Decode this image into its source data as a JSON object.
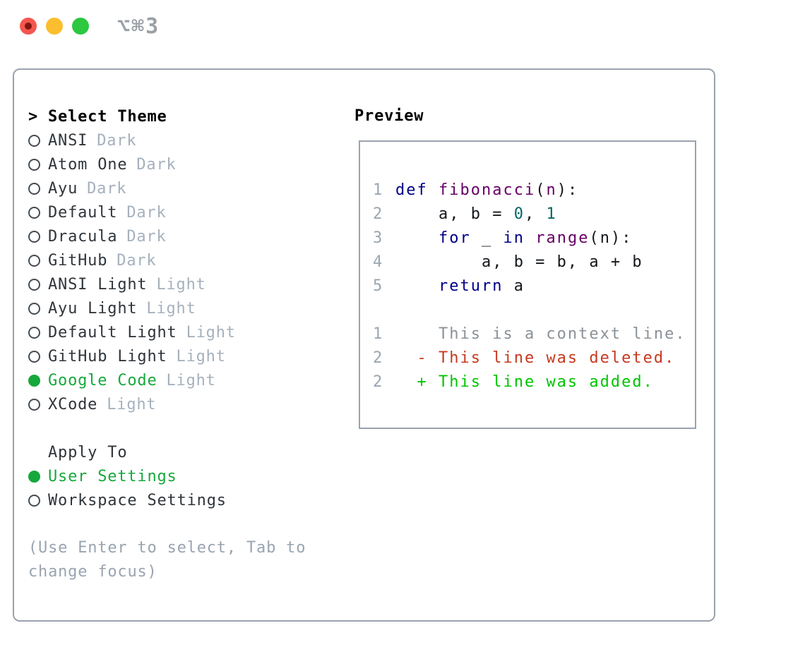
{
  "window": {
    "title": "⌥⌘3",
    "traffic_lights": [
      {
        "name": "close",
        "color": "#f4564e"
      },
      {
        "name": "minimize",
        "color": "#fcbe2f"
      },
      {
        "name": "zoom",
        "color": "#2bc840"
      }
    ]
  },
  "colors": {
    "accent_selected_green": "#17a83c",
    "diff_added_green": "#00c400",
    "diff_deleted_red": "#c6391f",
    "keyword_blue": "#000088",
    "function_purple": "#660066",
    "literal_teal": "#066666",
    "muted_gray": "#a6b1bd",
    "border_gray": "#9aa3ad"
  },
  "theme_panel": {
    "header": {
      "marker": ">",
      "label": "Select Theme"
    },
    "themes": [
      {
        "name": "ANSI",
        "variant": "Dark",
        "selected": false
      },
      {
        "name": "Atom One",
        "variant": "Dark",
        "selected": false
      },
      {
        "name": "Ayu",
        "variant": "Dark",
        "selected": false
      },
      {
        "name": "Default",
        "variant": "Dark",
        "selected": false
      },
      {
        "name": "Dracula",
        "variant": "Dark",
        "selected": false
      },
      {
        "name": "GitHub",
        "variant": "Dark",
        "selected": false
      },
      {
        "name": "ANSI Light",
        "variant": "Light",
        "selected": false
      },
      {
        "name": "Ayu Light",
        "variant": "Light",
        "selected": false
      },
      {
        "name": "Default Light",
        "variant": "Light",
        "selected": false
      },
      {
        "name": "GitHub Light",
        "variant": "Light",
        "selected": false
      },
      {
        "name": "Google Code",
        "variant": "Light",
        "selected": true
      },
      {
        "name": "XCode",
        "variant": "Light",
        "selected": false
      }
    ],
    "apply_to": {
      "label": "Apply To",
      "options": [
        {
          "name": "User Settings",
          "selected": true
        },
        {
          "name": "Workspace Settings",
          "selected": false
        }
      ]
    },
    "help_text": "(Use Enter to select, Tab to change focus)"
  },
  "preview": {
    "title": "Preview",
    "code_lines": [
      {
        "num": "1",
        "segments": [
          {
            "t": "def",
            "c": "kw"
          },
          {
            "t": " ",
            "c": "plain"
          },
          {
            "t": "fibonacci",
            "c": "fn"
          },
          {
            "t": "(",
            "c": "plain"
          },
          {
            "t": "n",
            "c": "fn"
          },
          {
            "t": "):",
            "c": "plain"
          }
        ]
      },
      {
        "num": "2",
        "segments": [
          {
            "t": "    a, b = ",
            "c": "plain"
          },
          {
            "t": "0",
            "c": "num"
          },
          {
            "t": ", ",
            "c": "plain"
          },
          {
            "t": "1",
            "c": "num"
          }
        ]
      },
      {
        "num": "3",
        "segments": [
          {
            "t": "    ",
            "c": "plain"
          },
          {
            "t": "for",
            "c": "kw"
          },
          {
            "t": " _ ",
            "c": "plain"
          },
          {
            "t": "in",
            "c": "kw"
          },
          {
            "t": " ",
            "c": "plain"
          },
          {
            "t": "range",
            "c": "fn"
          },
          {
            "t": "(n):",
            "c": "plain"
          }
        ]
      },
      {
        "num": "4",
        "segments": [
          {
            "t": "        a, b = b, a + b",
            "c": "plain"
          }
        ]
      },
      {
        "num": "5",
        "segments": [
          {
            "t": "    ",
            "c": "plain"
          },
          {
            "t": "return",
            "c": "kw"
          },
          {
            "t": " a",
            "c": "plain"
          }
        ]
      }
    ],
    "diff_lines": [
      {
        "num": "1",
        "segments": [
          {
            "t": "    ",
            "c": "plain"
          },
          {
            "t": "This is a context line.",
            "c": "ctx"
          }
        ]
      },
      {
        "num": "2",
        "segments": [
          {
            "t": "  ",
            "c": "plain"
          },
          {
            "t": "- This line was deleted.",
            "c": "del"
          }
        ]
      },
      {
        "num": "2",
        "segments": [
          {
            "t": "  ",
            "c": "plain"
          },
          {
            "t": "+ This line was added.",
            "c": "add"
          }
        ]
      }
    ]
  }
}
